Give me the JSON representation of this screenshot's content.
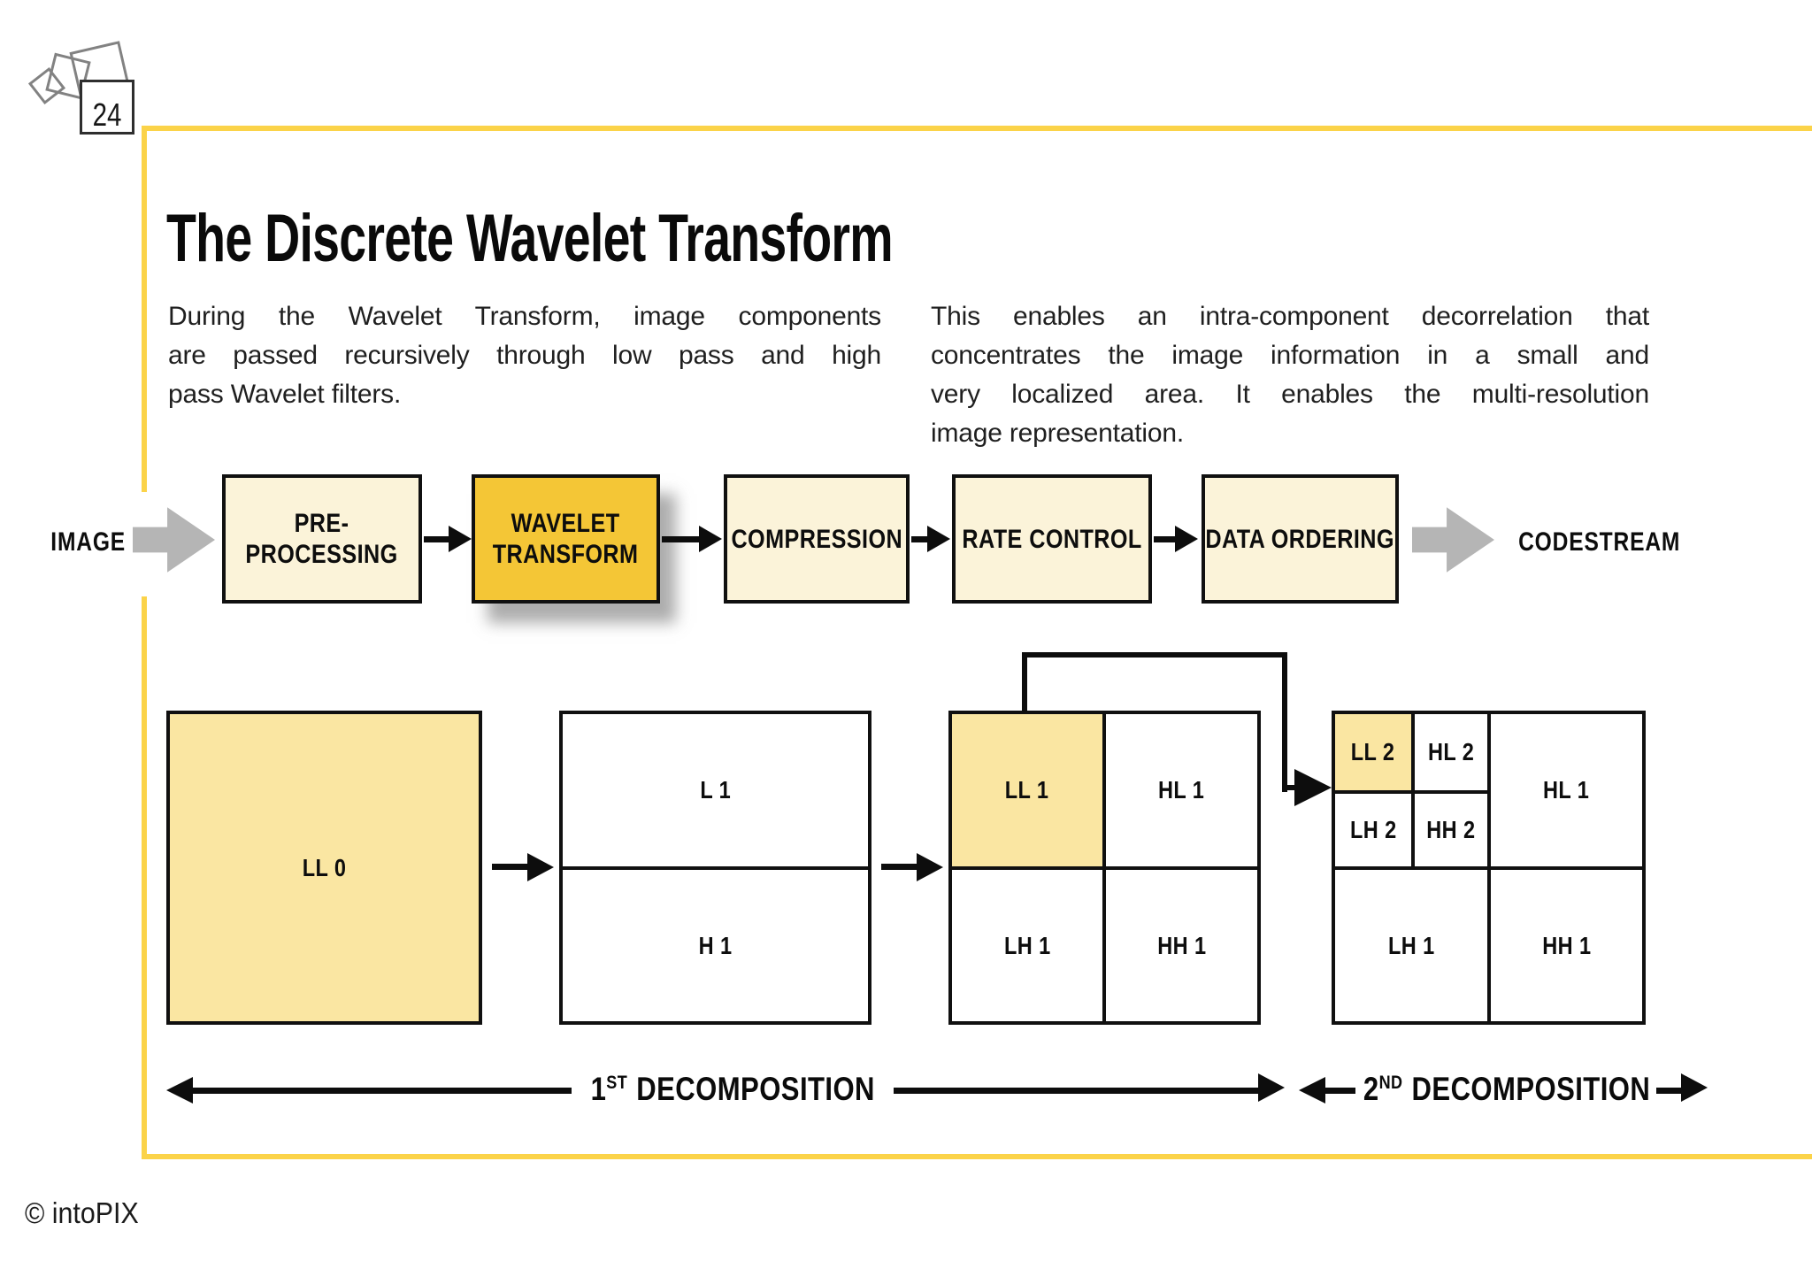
{
  "page": {
    "number": "24",
    "footer": "© intoPIX"
  },
  "title": "The Discrete Wavelet Transform",
  "intro": {
    "left_lines": [
      "During the Wavelet Transform, image components",
      "are passed recursively through low pass and high",
      "pass Wavelet filters."
    ],
    "right_lines": [
      "This enables an intra-component decorrelation that",
      "concentrates the image information in a small and",
      "very localized area. It enables the multi-resolution",
      "image representation."
    ]
  },
  "pipeline": {
    "input_label": "IMAGE",
    "output_label": "CODESTREAM",
    "stages": [
      {
        "line1": "PRE-",
        "line2": "PROCESSING",
        "highlighted": false
      },
      {
        "line1": "WAVELET",
        "line2": "TRANSFORM",
        "highlighted": true
      },
      {
        "line1": "COMPRESSION",
        "line2": "",
        "highlighted": false
      },
      {
        "line1": "RATE CONTROL",
        "line2": "",
        "highlighted": false
      },
      {
        "line1": "DATA ORDERING",
        "line2": "",
        "highlighted": false
      }
    ]
  },
  "decomposition": {
    "panel1": {
      "label": "LL 0"
    },
    "panel2": {
      "top": "L 1",
      "bottom": "H 1"
    },
    "panel3": {
      "tl": "LL 1",
      "tr": "HL 1",
      "bl": "LH 1",
      "br": "HH 1"
    },
    "panel4": {
      "ll2": "LL 2",
      "hl2": "HL 2",
      "lh2": "LH 2",
      "hh2": "HH 2",
      "hl1": "HL 1",
      "lh1": "LH 1",
      "hh1": "HH 1"
    },
    "first_label": {
      "num": "1",
      "sup": "ST",
      "word": "DECOMPOSITION"
    },
    "second_label": {
      "num": "2",
      "sup": "ND",
      "word": "DECOMPOSITION"
    }
  },
  "colors": {
    "frame_yellow": "#FBD349",
    "highlight_gold": "#F4C636",
    "box_cream": "#FBF3D9",
    "subband_yellow": "#FAE6A2",
    "arrow_gray": "#B5B5B5",
    "line_black": "#101010"
  }
}
